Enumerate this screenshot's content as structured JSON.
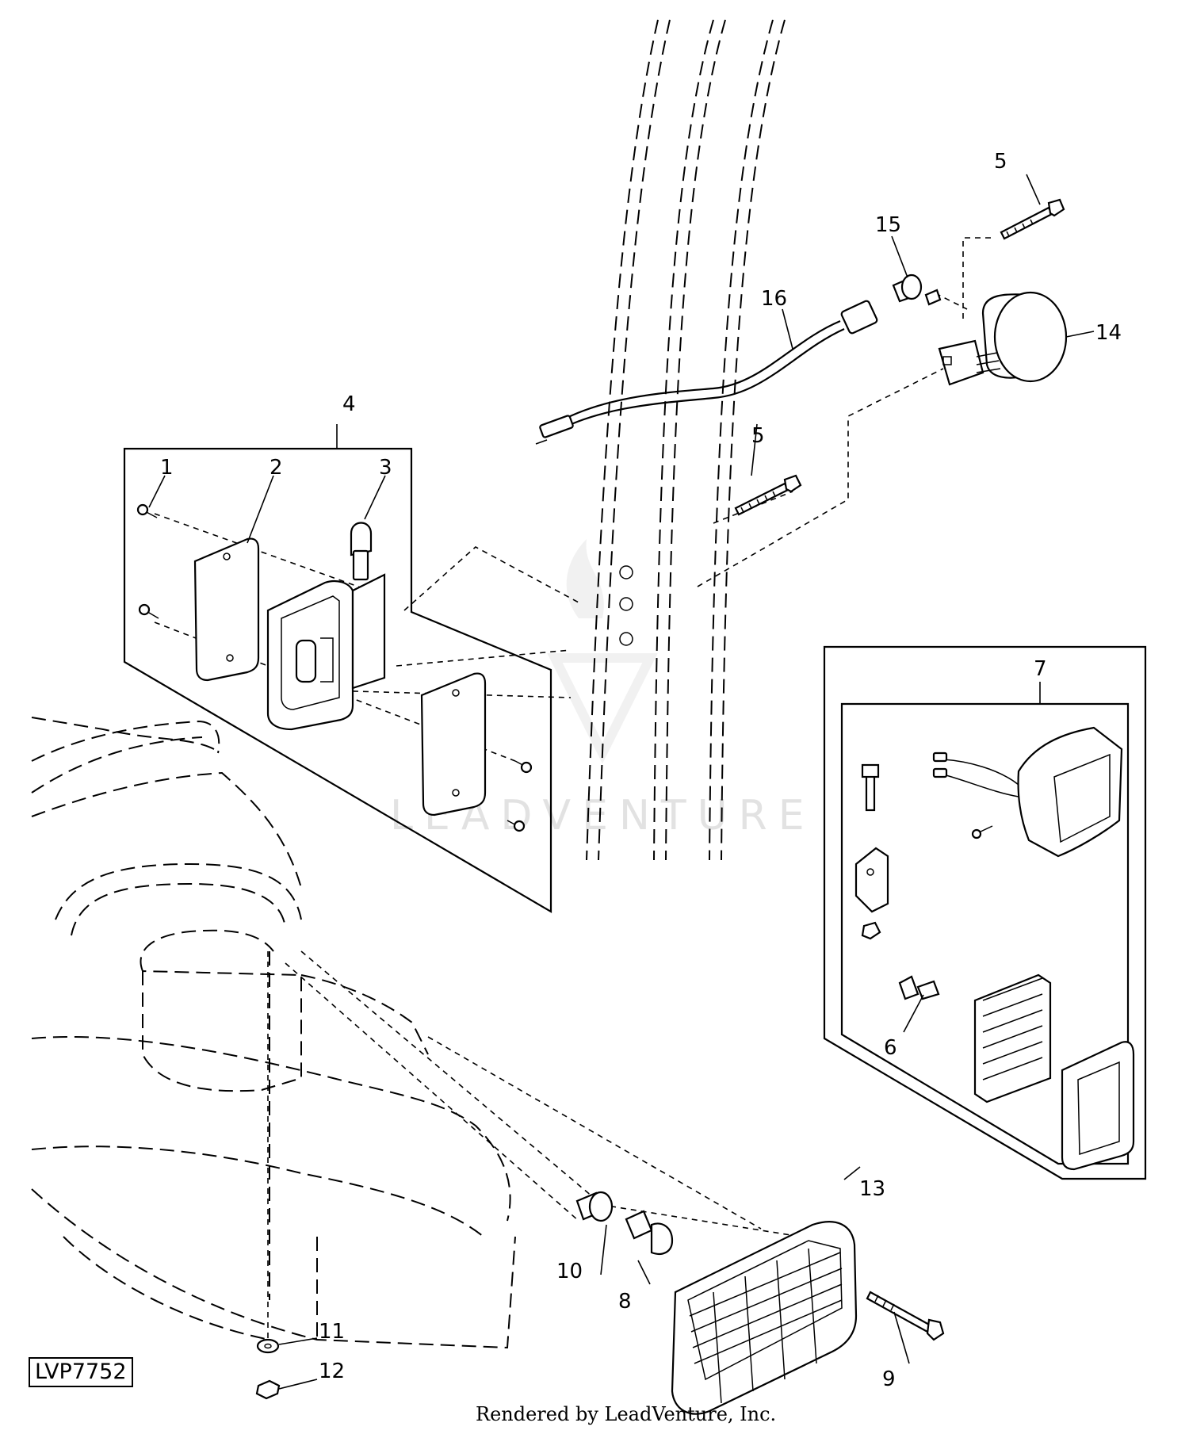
{
  "figure_code": "LVP7752",
  "credit": "Rendered by LeadVenture, Inc.",
  "watermark": "LEADVENTURE",
  "callouts": {
    "c1": "1",
    "c2": "2",
    "c3": "3",
    "c4": "4",
    "c5a": "5",
    "c5b": "5",
    "c6": "6",
    "c7": "7",
    "c8": "8",
    "c9": "9",
    "c10": "10",
    "c11": "11",
    "c12": "12",
    "c13": "13",
    "c14": "14",
    "c15": "15",
    "c16": "16"
  }
}
